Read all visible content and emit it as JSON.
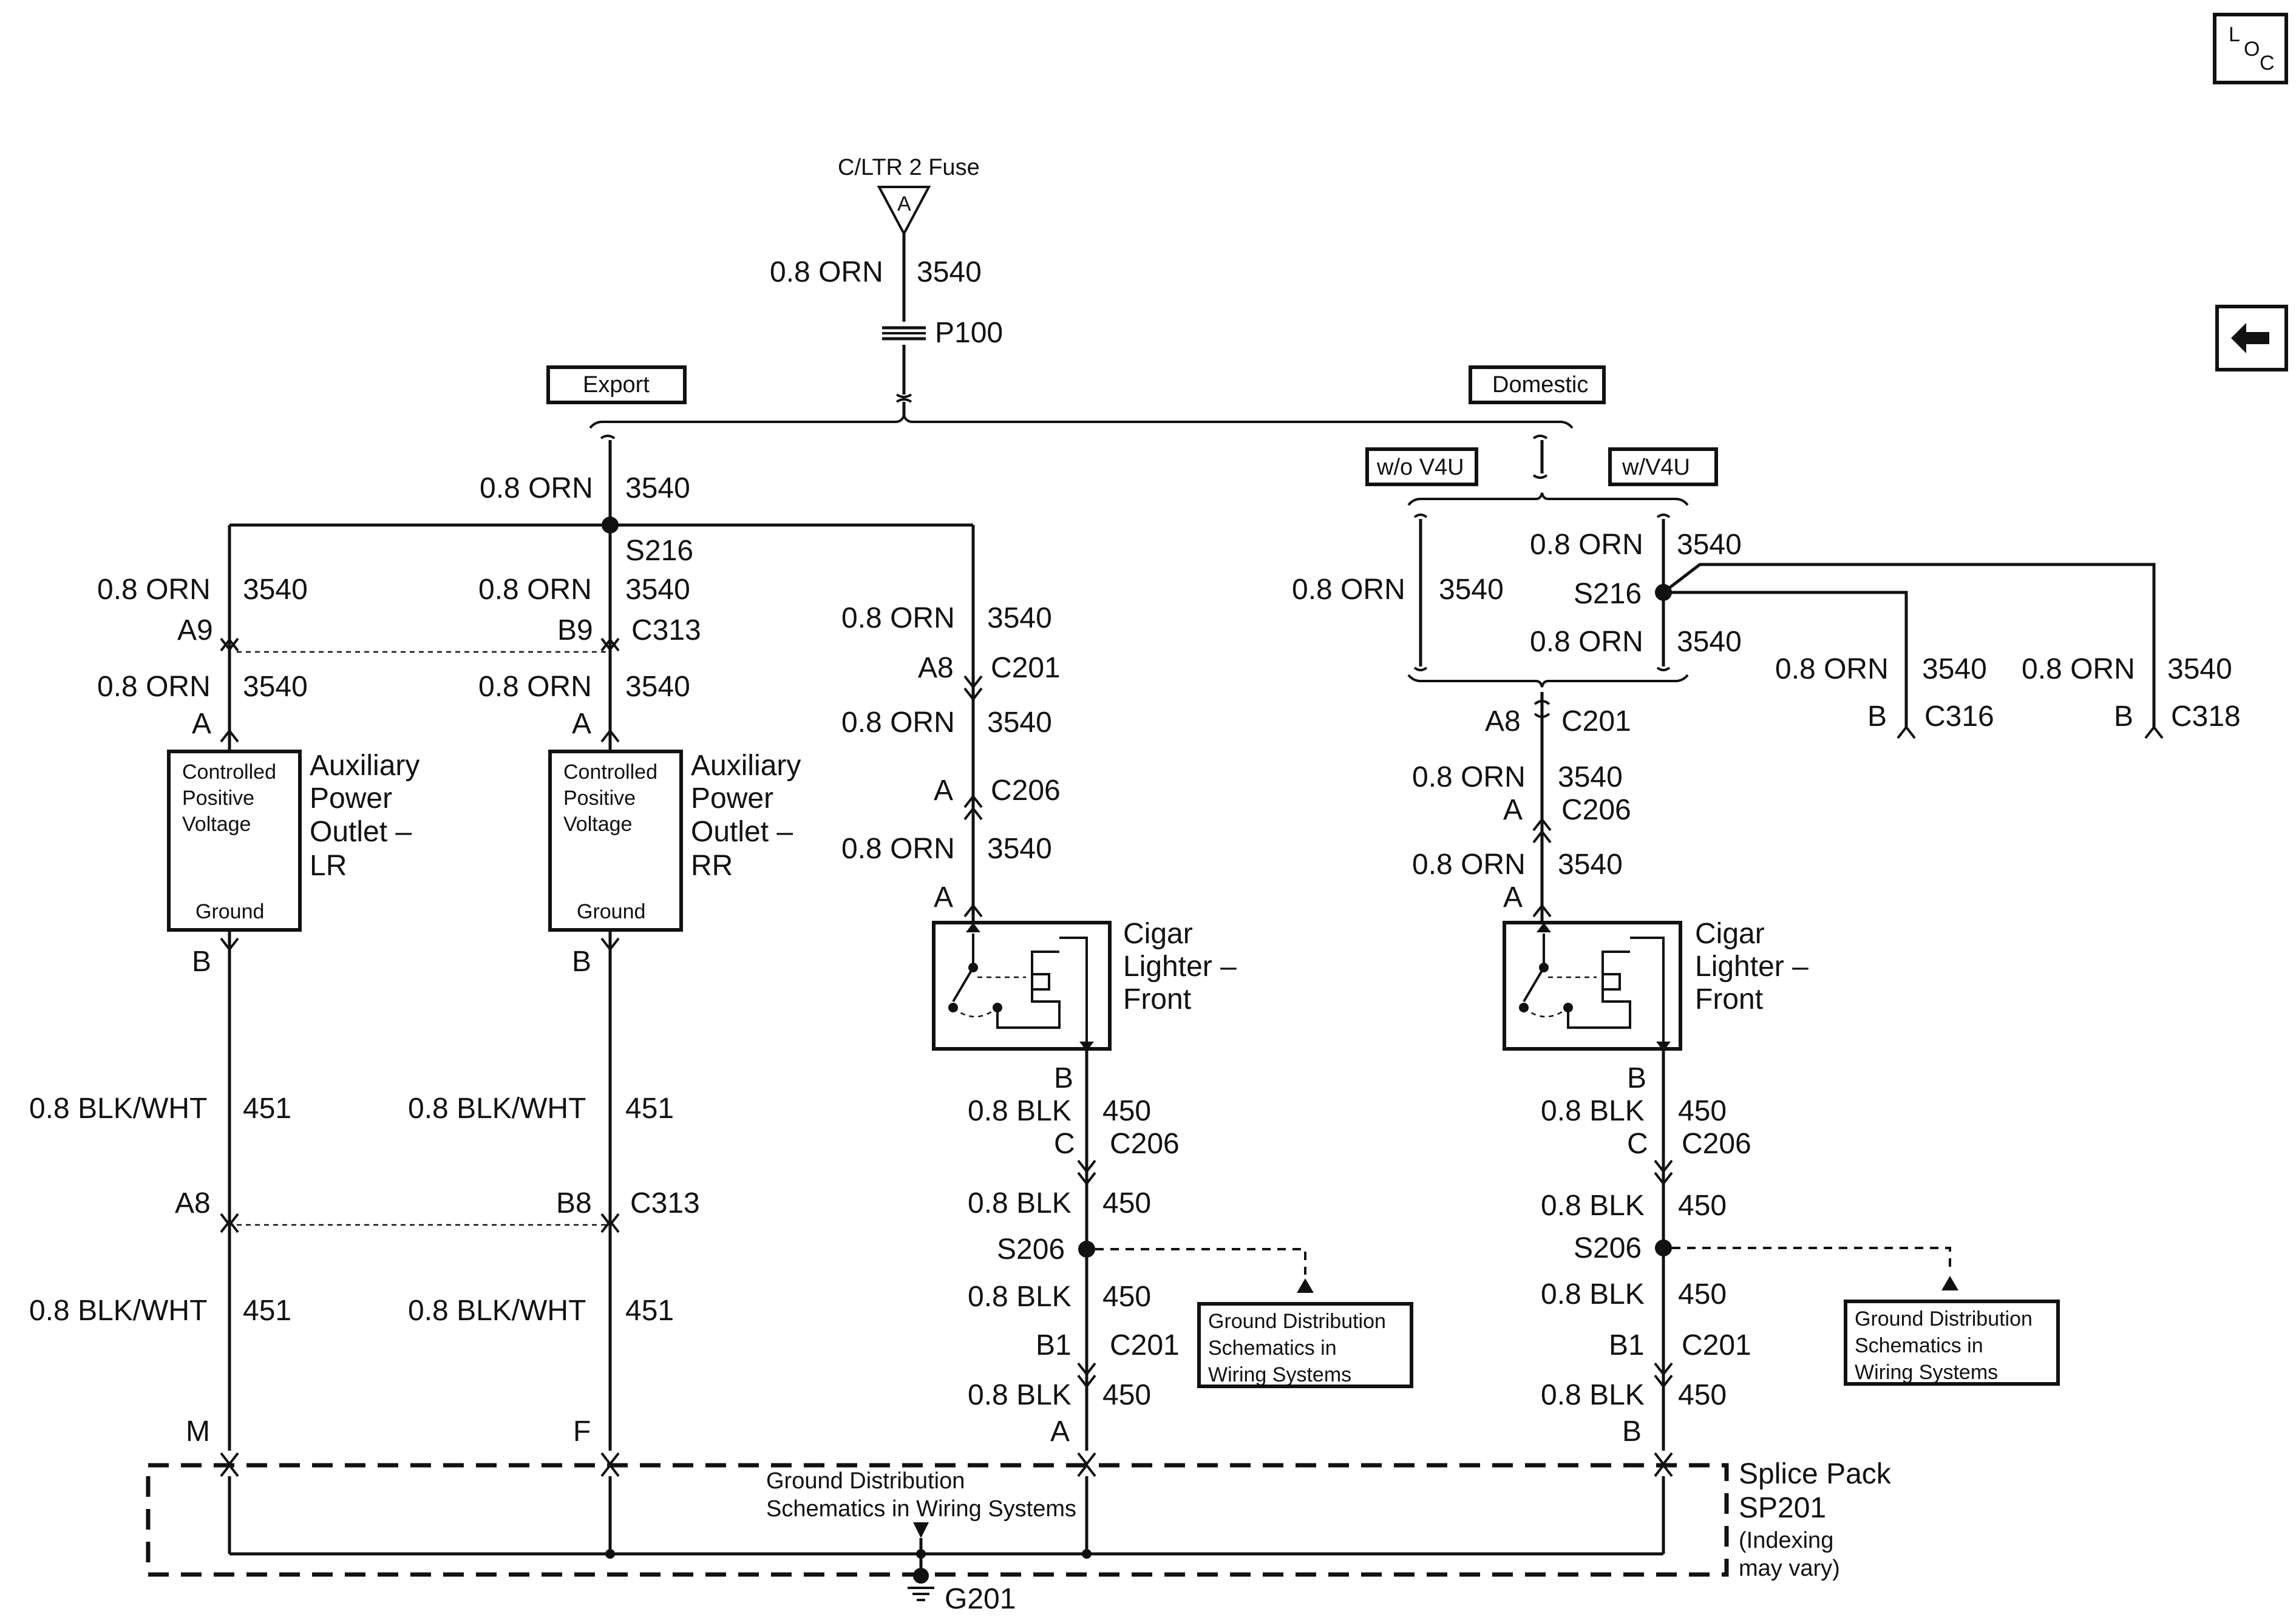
{
  "nav": {
    "loc_icon": "loc-icon",
    "back_icon": "back-arrow-icon",
    "loc_letters": [
      "L",
      "O",
      "C"
    ]
  },
  "top": {
    "fuse": "C/LTR 2 Fuse",
    "fuse_pin": "A",
    "wire_gauge": "0.8 ORN",
    "circuit": "3540",
    "connector": "P100",
    "export": "Export",
    "domestic": "Domestic"
  },
  "option": {
    "without": "w/o V4U",
    "with": "w/V4U"
  },
  "labels": {
    "orn": "0.8 ORN",
    "c3540": "3540",
    "blkwht": "0.8 BLK/WHT",
    "c451": "451",
    "blk": "0.8 BLK",
    "c450": "450",
    "s216": "S216",
    "s206": "S206",
    "c313": "C313",
    "c201": "C201",
    "c206": "C206",
    "c316": "C316",
    "c318": "C318",
    "a": "A",
    "b": "B",
    "c": "C",
    "f": "F",
    "m": "M",
    "a8": "A8",
    "a9": "A9",
    "b8": "B8",
    "b9": "B9",
    "b1": "B1"
  },
  "outlet": {
    "inner": [
      "Controlled",
      "Positive",
      "Voltage"
    ],
    "ground": "Ground",
    "lr_name": [
      "Auxiliary",
      "Power",
      "Outlet –",
      "LR"
    ],
    "rr_name": [
      "Auxiliary",
      "Power",
      "Outlet –",
      "RR"
    ]
  },
  "lighter": {
    "name": [
      "Cigar",
      "Lighter –",
      "Front"
    ]
  },
  "gnd_ref": [
    "Ground Distribution",
    "Schematics in",
    "Wiring Systems"
  ],
  "splice": {
    "ref": [
      "Ground Distribution",
      "Schematics in Wiring Systems"
    ],
    "name": [
      "Splice Pack",
      "SP201"
    ],
    "note": [
      "(Indexing",
      "may vary)"
    ],
    "ground": "G201"
  }
}
